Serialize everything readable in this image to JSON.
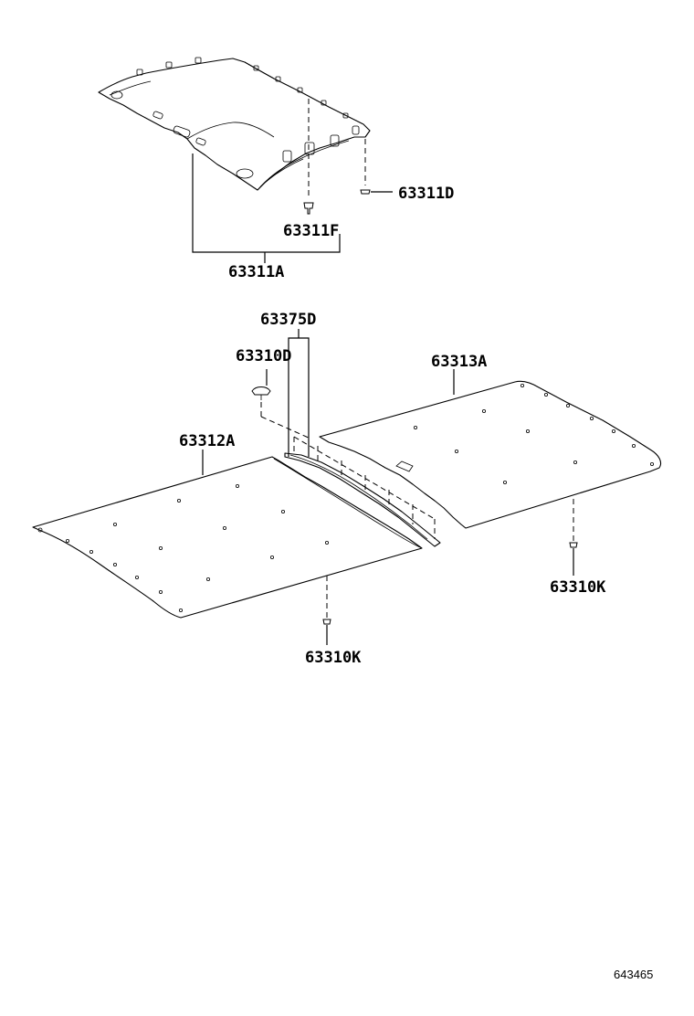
{
  "parts": {
    "headliner_assy": "63311A",
    "clip_d": "63311D",
    "clip_f": "63311F",
    "retainer": "63375D",
    "clip_center": "63310D",
    "front_board": "63313A",
    "rear_board": "63312A",
    "clip_k_left": "63310K",
    "clip_k_right": "63310K"
  },
  "figure_number": "643465"
}
